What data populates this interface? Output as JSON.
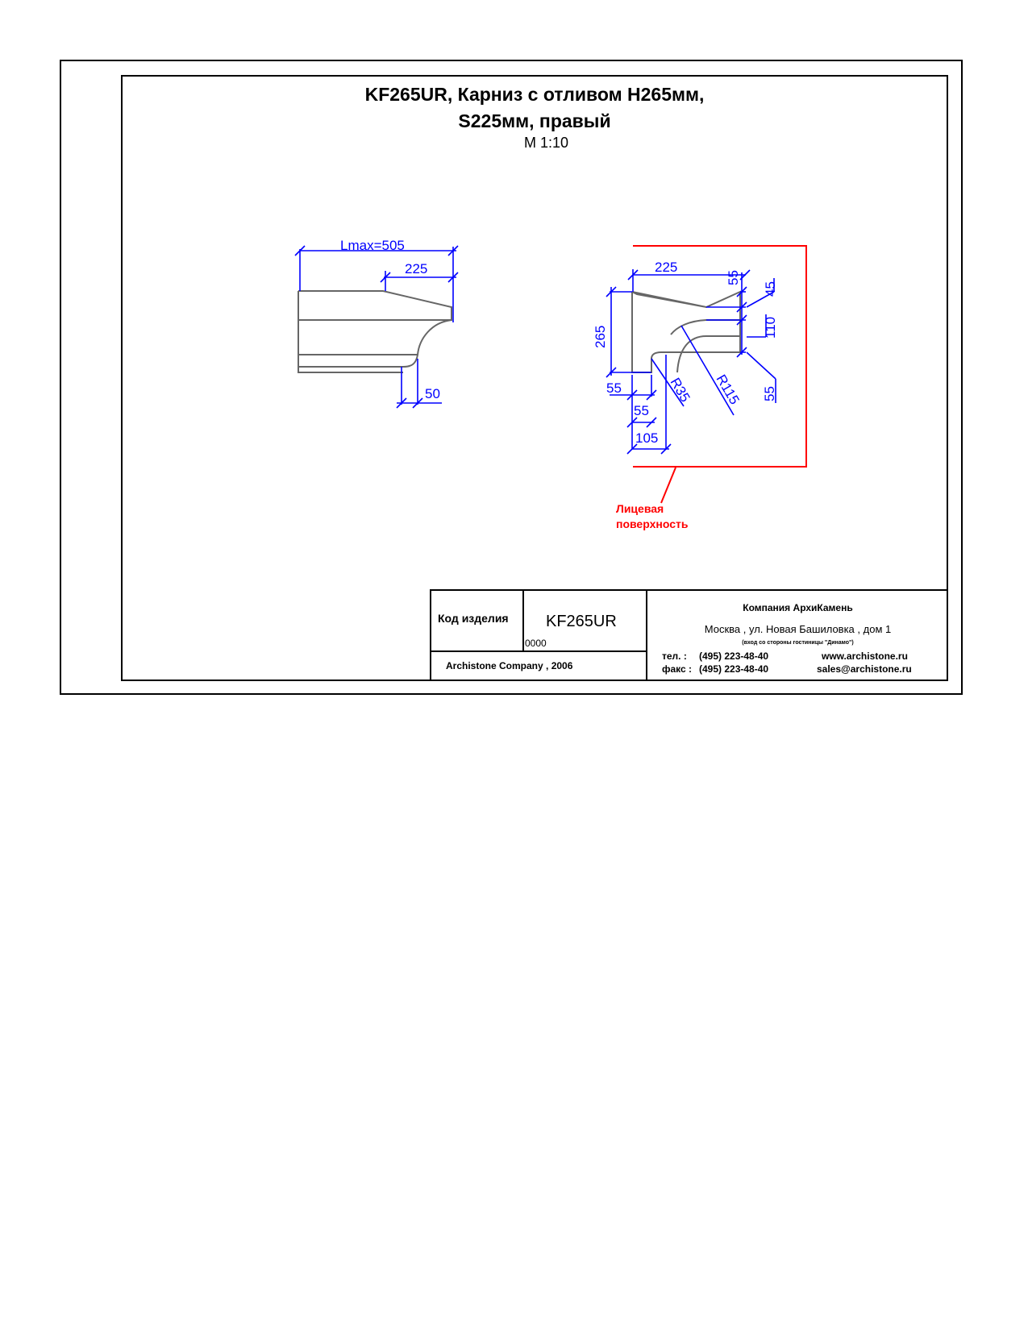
{
  "header": {
    "title_line1": "KF265UR, Карниз с отливом H265мм,",
    "title_line2": "S225мм, правый",
    "scale": "М 1:10"
  },
  "front_view": {
    "dims": {
      "lmax": "Lmax=505",
      "top": "225",
      "bottom": "50"
    }
  },
  "section_view": {
    "dims": {
      "width_top": "225",
      "height": "265",
      "d55_top": "55",
      "d45": "45",
      "d110": "110",
      "d55_right": "55",
      "d55_left": "55",
      "d55_inner": "55",
      "d105": "105",
      "r35": "R35",
      "r115": "R115"
    },
    "face_label_line1": "Лицевая",
    "face_label_line2": "поверхность"
  },
  "title_block": {
    "code_label": "Код изделия",
    "code_value": "KF265UR",
    "code_number": "0000",
    "copyright": "Archistone  Company ,  2006",
    "company": "Компания  АрхиКамень",
    "address": "Москва , ул. Новая Башиловка , дом 1",
    "address_note": "(вход со стороны гостиницы \"Динамо\")",
    "tel_label": "тел.    :",
    "tel_value": "(495) 223-48-40",
    "fax_label": "факс :",
    "fax_value": "(495) 223-48-40",
    "website": "www.archistone.ru",
    "email": "sales@archistone.ru"
  },
  "colors": {
    "dimension": "#0000ff",
    "face": "#ff0000",
    "outline": "#666666"
  }
}
